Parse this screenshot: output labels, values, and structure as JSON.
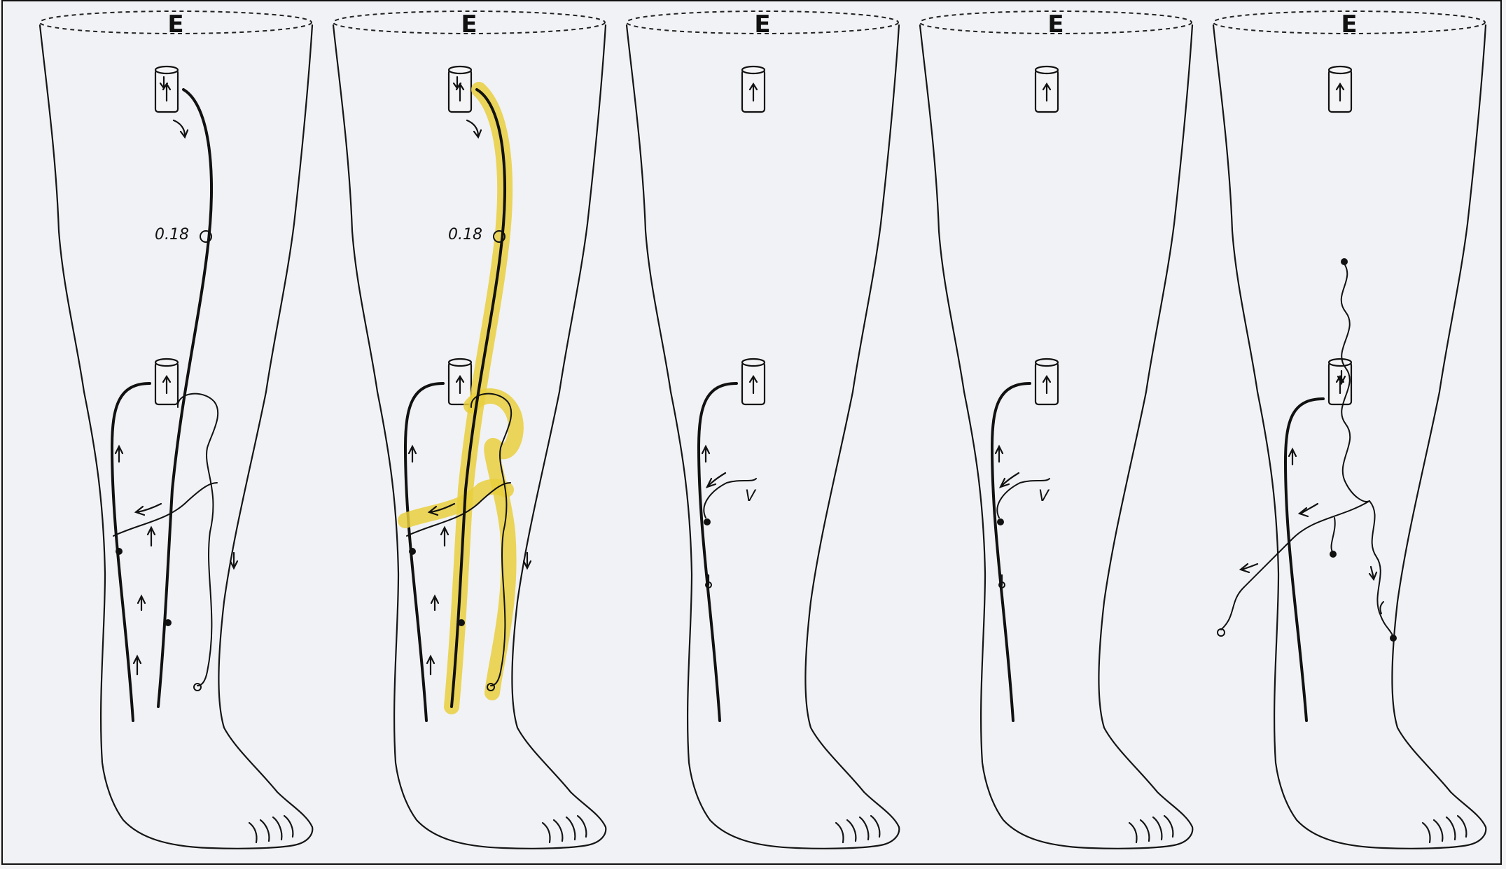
{
  "figure": {
    "panels": [
      {
        "id": "p1",
        "view_label": "E",
        "annotation": "0.18",
        "highlight": false
      },
      {
        "id": "p2",
        "view_label": "E",
        "annotation": "0.18",
        "highlight": true
      },
      {
        "id": "p3",
        "view_label": "E",
        "annotation": "V",
        "highlight": false
      },
      {
        "id": "p4",
        "view_label": "E",
        "annotation": "V",
        "highlight": false
      },
      {
        "id": "p5",
        "view_label": "E",
        "annotation": "",
        "highlight": false
      }
    ],
    "colors": {
      "outline": "#151515",
      "vein": "#111111",
      "highlight": "#e9cf3d",
      "background": "#f1f2f5"
    }
  }
}
